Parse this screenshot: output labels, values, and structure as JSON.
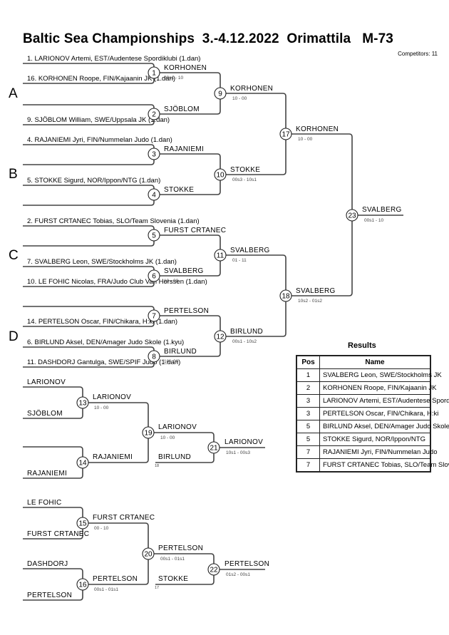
{
  "header": {
    "title": "Baltic Sea Championships  3.-4.12.2022  Orimattila   M-73",
    "competitors": "Competitors: 11"
  },
  "pools": [
    "A",
    "B",
    "C",
    "D"
  ],
  "seeds": [
    "1. LARIONOV Artemi, EST/Audentese Spordiklubi (1.dan)",
    "16. KORHONEN Roope, FIN/Kajaanin JK (1.dan)",
    "",
    "9. SJÖBLOM William, SWE/Uppsala JK (1.dan)",
    "4. RAJANIEMI Jyri, FIN/Nummelan Judo (1.dan)",
    "",
    "5. STOKKE Sigurd, NOR/Ippon/NTG (1.dan)",
    "",
    "2. FURST CRTANEC Tobias, SLO/Team Slovenia (1.dan)",
    "",
    "7. SVALBERG Leon, SWE/Stockholms JK (1.dan)",
    "10. LE FOHIC Nicolas, FRA/Judo Club Van Horssen (1.dan)",
    "",
    "14. PERTELSON Oscar, FIN/Chikara, H:ki (1.dan)",
    "6. BIRLUND Aksel, DEN/Amager Judo Skole (1.kyu)",
    "11. DASHDORJ Gantulga, SWE/SPIF Judo (1.dan)"
  ],
  "matches": {
    "1": {
      "winner": "KORHONEN",
      "score": "00s1 - 10"
    },
    "2": {
      "winner": "SJÖBLOM",
      "score": ""
    },
    "3": {
      "winner": "RAJANIEMI",
      "score": ""
    },
    "4": {
      "winner": "STOKKE",
      "score": ""
    },
    "5": {
      "winner": "FURST CRTANEC",
      "score": ""
    },
    "6": {
      "winner": "SVALBERG",
      "score": "10 - 00"
    },
    "7": {
      "winner": "PERTELSON",
      "score": ""
    },
    "8": {
      "winner": "BIRLUND",
      "score": "10 - 00"
    },
    "9": {
      "winner": "KORHONEN",
      "score": "10 - 00"
    },
    "10": {
      "winner": "STOKKE",
      "score": "00s3 - 10s1"
    },
    "11": {
      "winner": "SVALBERG",
      "score": "01 - 11"
    },
    "12": {
      "winner": "BIRLUND",
      "score": "00s1 - 10s2"
    },
    "17": {
      "winner": "KORHONEN",
      "score": "10 - 00"
    },
    "18": {
      "winner": "SVALBERG",
      "score": "10s2 - 01s2"
    },
    "23": {
      "winner": "SVALBERG",
      "score": "00s1 - 10"
    }
  },
  "repechage": [
    {
      "entries": [
        "LARIONOV",
        "SJÖBLOM",
        "",
        "RAJANIEMI"
      ],
      "m1": {
        "no": "13",
        "winner": "LARIONOV",
        "score": "10 - 00"
      },
      "m2": {
        "no": "14",
        "winner": "RAJANIEMI",
        "score": ""
      },
      "semi": {
        "no": "19",
        "winner": "LARIONOV",
        "score": "10 - 00"
      },
      "loser_in": {
        "name": "BIRLUND",
        "ref": "18"
      },
      "bronze": {
        "no": "21",
        "winner": "LARIONOV",
        "score": "10s1 - 00s3"
      }
    },
    {
      "entries": [
        "LE FOHIC",
        "FURST CRTANEC",
        "DASHDORJ",
        "PERTELSON"
      ],
      "m1": {
        "no": "15",
        "winner": "FURST CRTANEC",
        "score": "00 - 10"
      },
      "m2": {
        "no": "16",
        "winner": "PERTELSON",
        "score": "00s1 - 01s1"
      },
      "semi": {
        "no": "20",
        "winner": "PERTELSON",
        "score": "00s1 - 01s1"
      },
      "loser_in": {
        "name": "STOKKE",
        "ref": "17"
      },
      "bronze": {
        "no": "22",
        "winner": "PERTELSON",
        "score": "01s2 - 00s1"
      }
    }
  ],
  "results": {
    "title": "Results",
    "headers": {
      "pos": "Pos",
      "name": "Name"
    },
    "rows": [
      {
        "pos": "1",
        "name": "SVALBERG Leon, SWE/Stockholms JK"
      },
      {
        "pos": "2",
        "name": "KORHONEN Roope, FIN/Kajaanin JK"
      },
      {
        "pos": "3",
        "name": "LARIONOV Artemi, EST/Audentese Spordiklubi"
      },
      {
        "pos": "3",
        "name": "PERTELSON Oscar, FIN/Chikara, H:ki"
      },
      {
        "pos": "5",
        "name": "BIRLUND Aksel, DEN/Amager Judo Skole"
      },
      {
        "pos": "5",
        "name": "STOKKE Sigurd, NOR/Ippon/NTG"
      },
      {
        "pos": "7",
        "name": "RAJANIEMI Jyri, FIN/Nummelan Judo"
      },
      {
        "pos": "7",
        "name": "FURST CRTANEC Tobias, SLO/Team Slovenia"
      }
    ]
  }
}
